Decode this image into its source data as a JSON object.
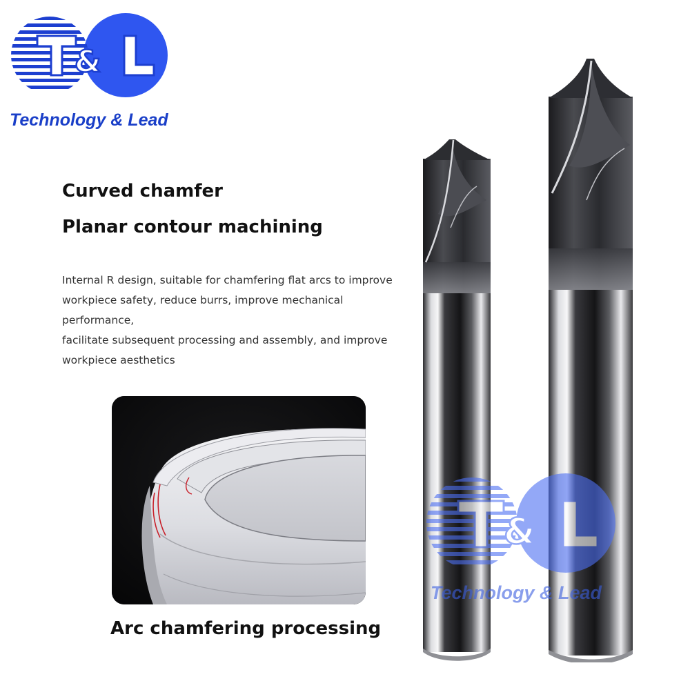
{
  "logo": {
    "letters": "T&L",
    "tagline": "Technology & Lead"
  },
  "headings": {
    "line1": "Curved chamfer",
    "line2": "Planar contour machining"
  },
  "description": {
    "lines": [
      "Internal R design, suitable for chamfering flat arcs to improve",
      "workpiece safety, reduce burrs, improve mechanical performance,",
      "facilitate subsequent processing and assembly, and improve",
      "workpiece aesthetics"
    ]
  },
  "caption": "Arc chamfering processing",
  "watermark": {
    "letters": "T&L",
    "tagline": "Technology & Lead"
  },
  "colors": {
    "brand_blue": "#1a3fc8",
    "circle_blue": "#2f56f0",
    "text": "#111111"
  }
}
